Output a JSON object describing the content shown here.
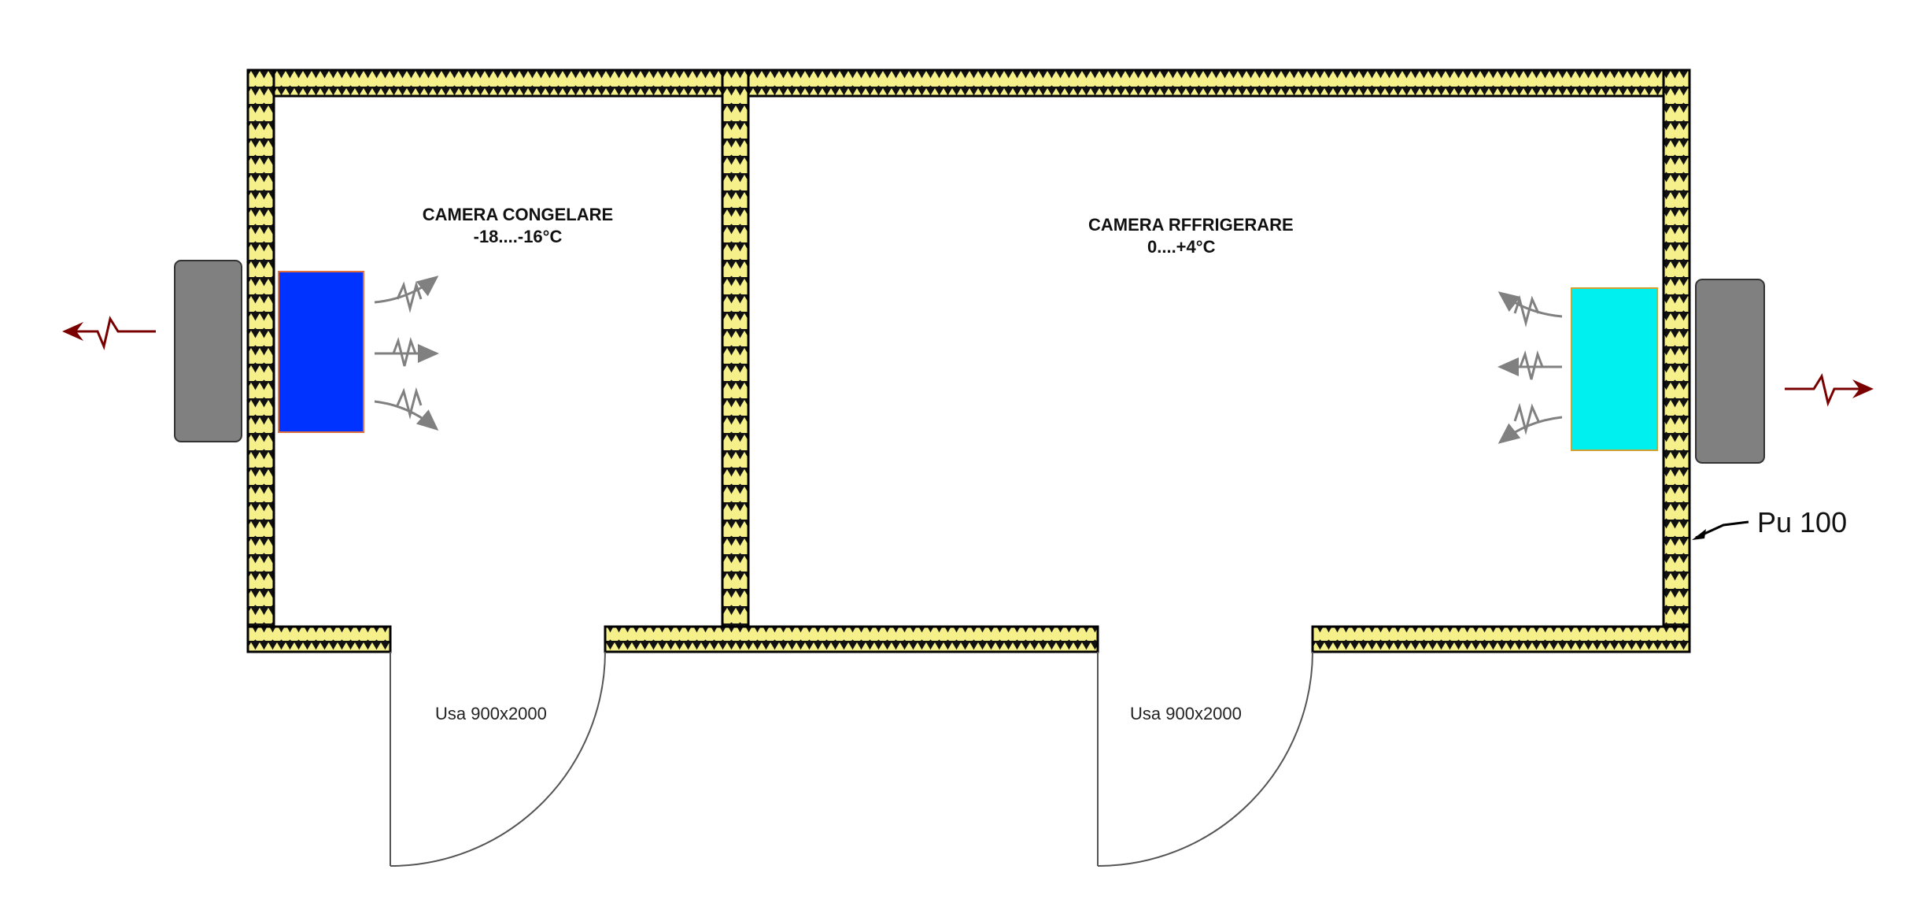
{
  "rooms": {
    "freezer": {
      "name": "CAMERA CONGELARE",
      "temp": "-18....-16°C",
      "evaporator_color": "#0033ff"
    },
    "cooler": {
      "name": "CAMERA RFFRIGERARE",
      "temp": "0....+4°C",
      "evaporator_color": "#00f0f0"
    }
  },
  "doors": [
    {
      "label": "Usa 900x2000"
    },
    {
      "label": "Usa 900x2000"
    }
  ],
  "wall": {
    "label": "Pu 100",
    "fill_color": "#f5f08a"
  },
  "colors": {
    "condenser": "#808080",
    "heat_arrow": "#7a0000",
    "fan_arrow": "#808080"
  }
}
